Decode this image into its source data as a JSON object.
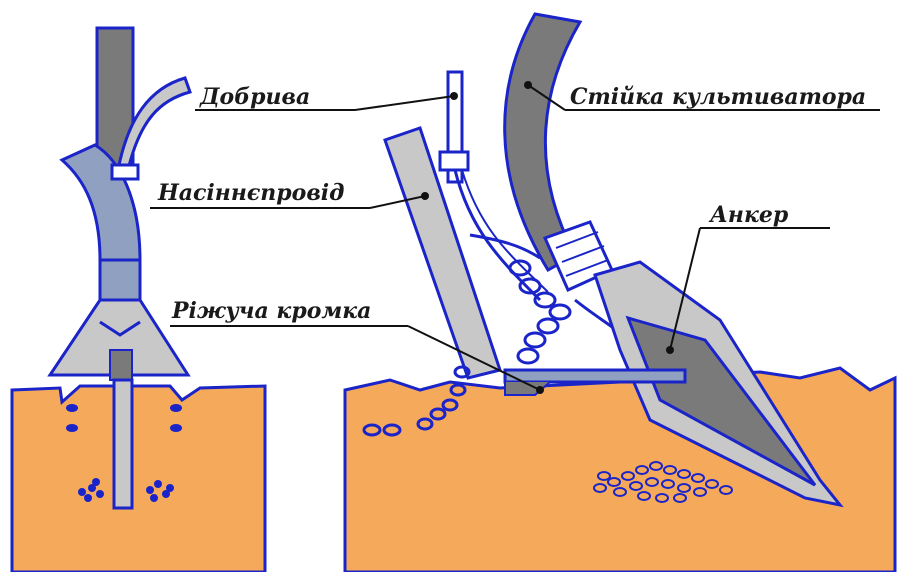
{
  "labels": {
    "fertilizer": "Добрива",
    "cultivator_shank": "Стійка культиватора",
    "seed_tube": "Насіннєпровід",
    "anchor": "Анкер",
    "cutting_edge": "Ріжуча кромка"
  },
  "colors": {
    "soil": "#f4a95b",
    "outline": "#1a24c8",
    "shank_fill": "#7a7a7a",
    "tube_fill": "#8fa0c0",
    "light_fill": "#c8c8c8",
    "background": "#ffffff"
  }
}
